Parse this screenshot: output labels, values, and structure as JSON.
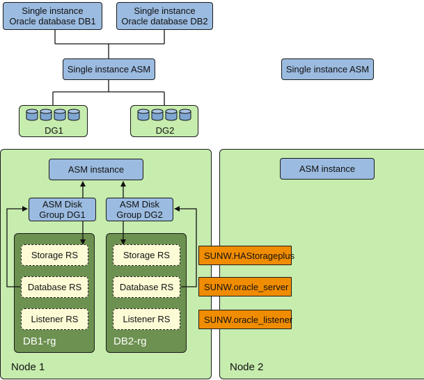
{
  "top": {
    "db1": [
      "Single instance",
      "Oracle database DB1"
    ],
    "db2": [
      "Single instance",
      "Oracle database DB2"
    ],
    "asm_left": "Single instance ASM",
    "asm_right": "Single instance ASM",
    "dg1": "DG1",
    "dg2": "DG2"
  },
  "node1": {
    "label": "Node 1",
    "asm_instance": "ASM instance",
    "disk_group_dg1": [
      "ASM Disk",
      "Group DG1"
    ],
    "disk_group_dg2": [
      "ASM Disk",
      "Group DG2"
    ],
    "rg1": {
      "label": "DB1-rg",
      "resources": [
        "Storage RS",
        "Database RS",
        "Listener RS"
      ]
    },
    "rg2": {
      "label": "DB2-rg",
      "resources": [
        "Storage RS",
        "Database RS",
        "Listener RS"
      ]
    }
  },
  "node2": {
    "label": "Node 2",
    "asm_instance": "ASM instance"
  },
  "resource_types": [
    "SUNW.HAStorageplus",
    "SUNW.oracle_server",
    "SUNW.oracle_listener"
  ],
  "colors": {
    "box_blue": "#9bbbe0",
    "node_green": "#c6ecae",
    "rg_green": "#6d9150",
    "rs_yellow": "#fdfbd5",
    "type_orange": "#f08c00"
  }
}
